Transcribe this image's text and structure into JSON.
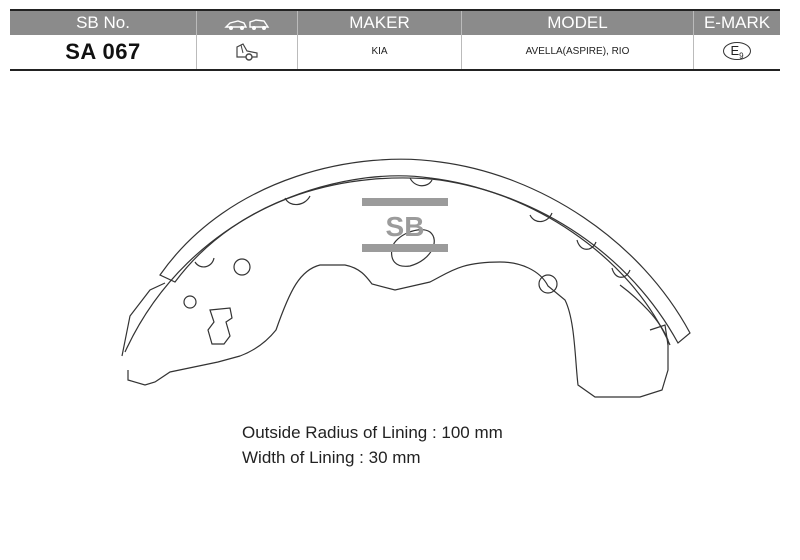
{
  "table": {
    "headers": [
      "SB No.",
      "",
      "MAKER",
      "MODEL",
      "E-MARK"
    ],
    "row": {
      "sb_no": "SA 067",
      "maker": "KIA",
      "model": "AVELLA(ASPIRE), RIO",
      "emark_letter": "E",
      "emark_number": "9"
    }
  },
  "icons": {
    "header_vehicle": "car-types-icon",
    "row_vehicle": "passenger-car-icon"
  },
  "watermark": {
    "text": "SB"
  },
  "specs": {
    "radius": "Outside Radius of Lining : 100 mm",
    "width": "Width of Lining : 30 mm"
  },
  "colors": {
    "header_bg": "#8b8b8b",
    "watermark": "#9b9b9b"
  }
}
